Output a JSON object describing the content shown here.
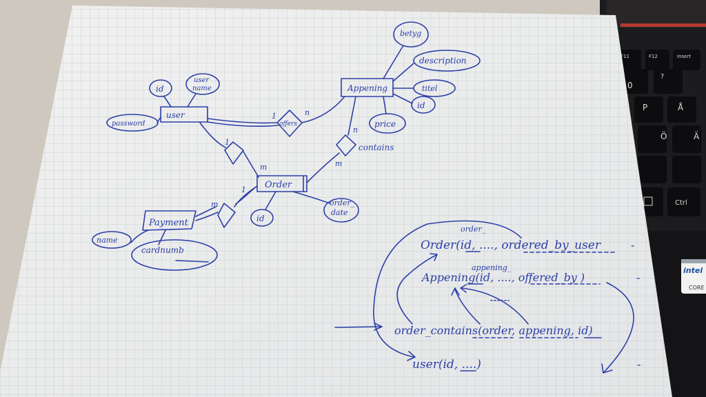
{
  "diagram": {
    "entities": {
      "user": "user",
      "appening": "Appening",
      "order": "Order",
      "payment": "Payment"
    },
    "attributes": {
      "id_user": "id",
      "username_1": "user",
      "username_2": "name",
      "password": "password",
      "betyg": "betyg",
      "description": "description",
      "titel": "titel",
      "id_appening": "id",
      "price": "price",
      "id_order": "id",
      "order_date_1": "order_",
      "order_date_2": "date",
      "name": "name",
      "cardnumb": "cardnumb"
    },
    "relationships": {
      "offers": "offers",
      "contains": "contains"
    },
    "cardinalities": {
      "offers_user": "1",
      "offers_appening": "n",
      "contains_appening": "n",
      "contains_order": "m",
      "places_user": "1",
      "places_order": "m",
      "pays_order": "1",
      "pays_payment": "m"
    }
  },
  "schema": {
    "order_prefix": "order_",
    "order_line": "Order(id, ...., ordered_by_user",
    "appening_prefix": "appening_",
    "appening_line": "Appening(id, ...., offered_by )",
    "contains_line": "order_contains(order, appening, id)",
    "user_line": "user(id, ....)",
    "dash": "-"
  },
  "keyboard": {
    "keys": [
      "F11",
      "F12",
      "Insert",
      "0",
      "?",
      "P",
      "Å",
      "Ö",
      "Ä",
      "Ctrl"
    ],
    "badge_brand": "intel",
    "badge_line": "CORE"
  }
}
